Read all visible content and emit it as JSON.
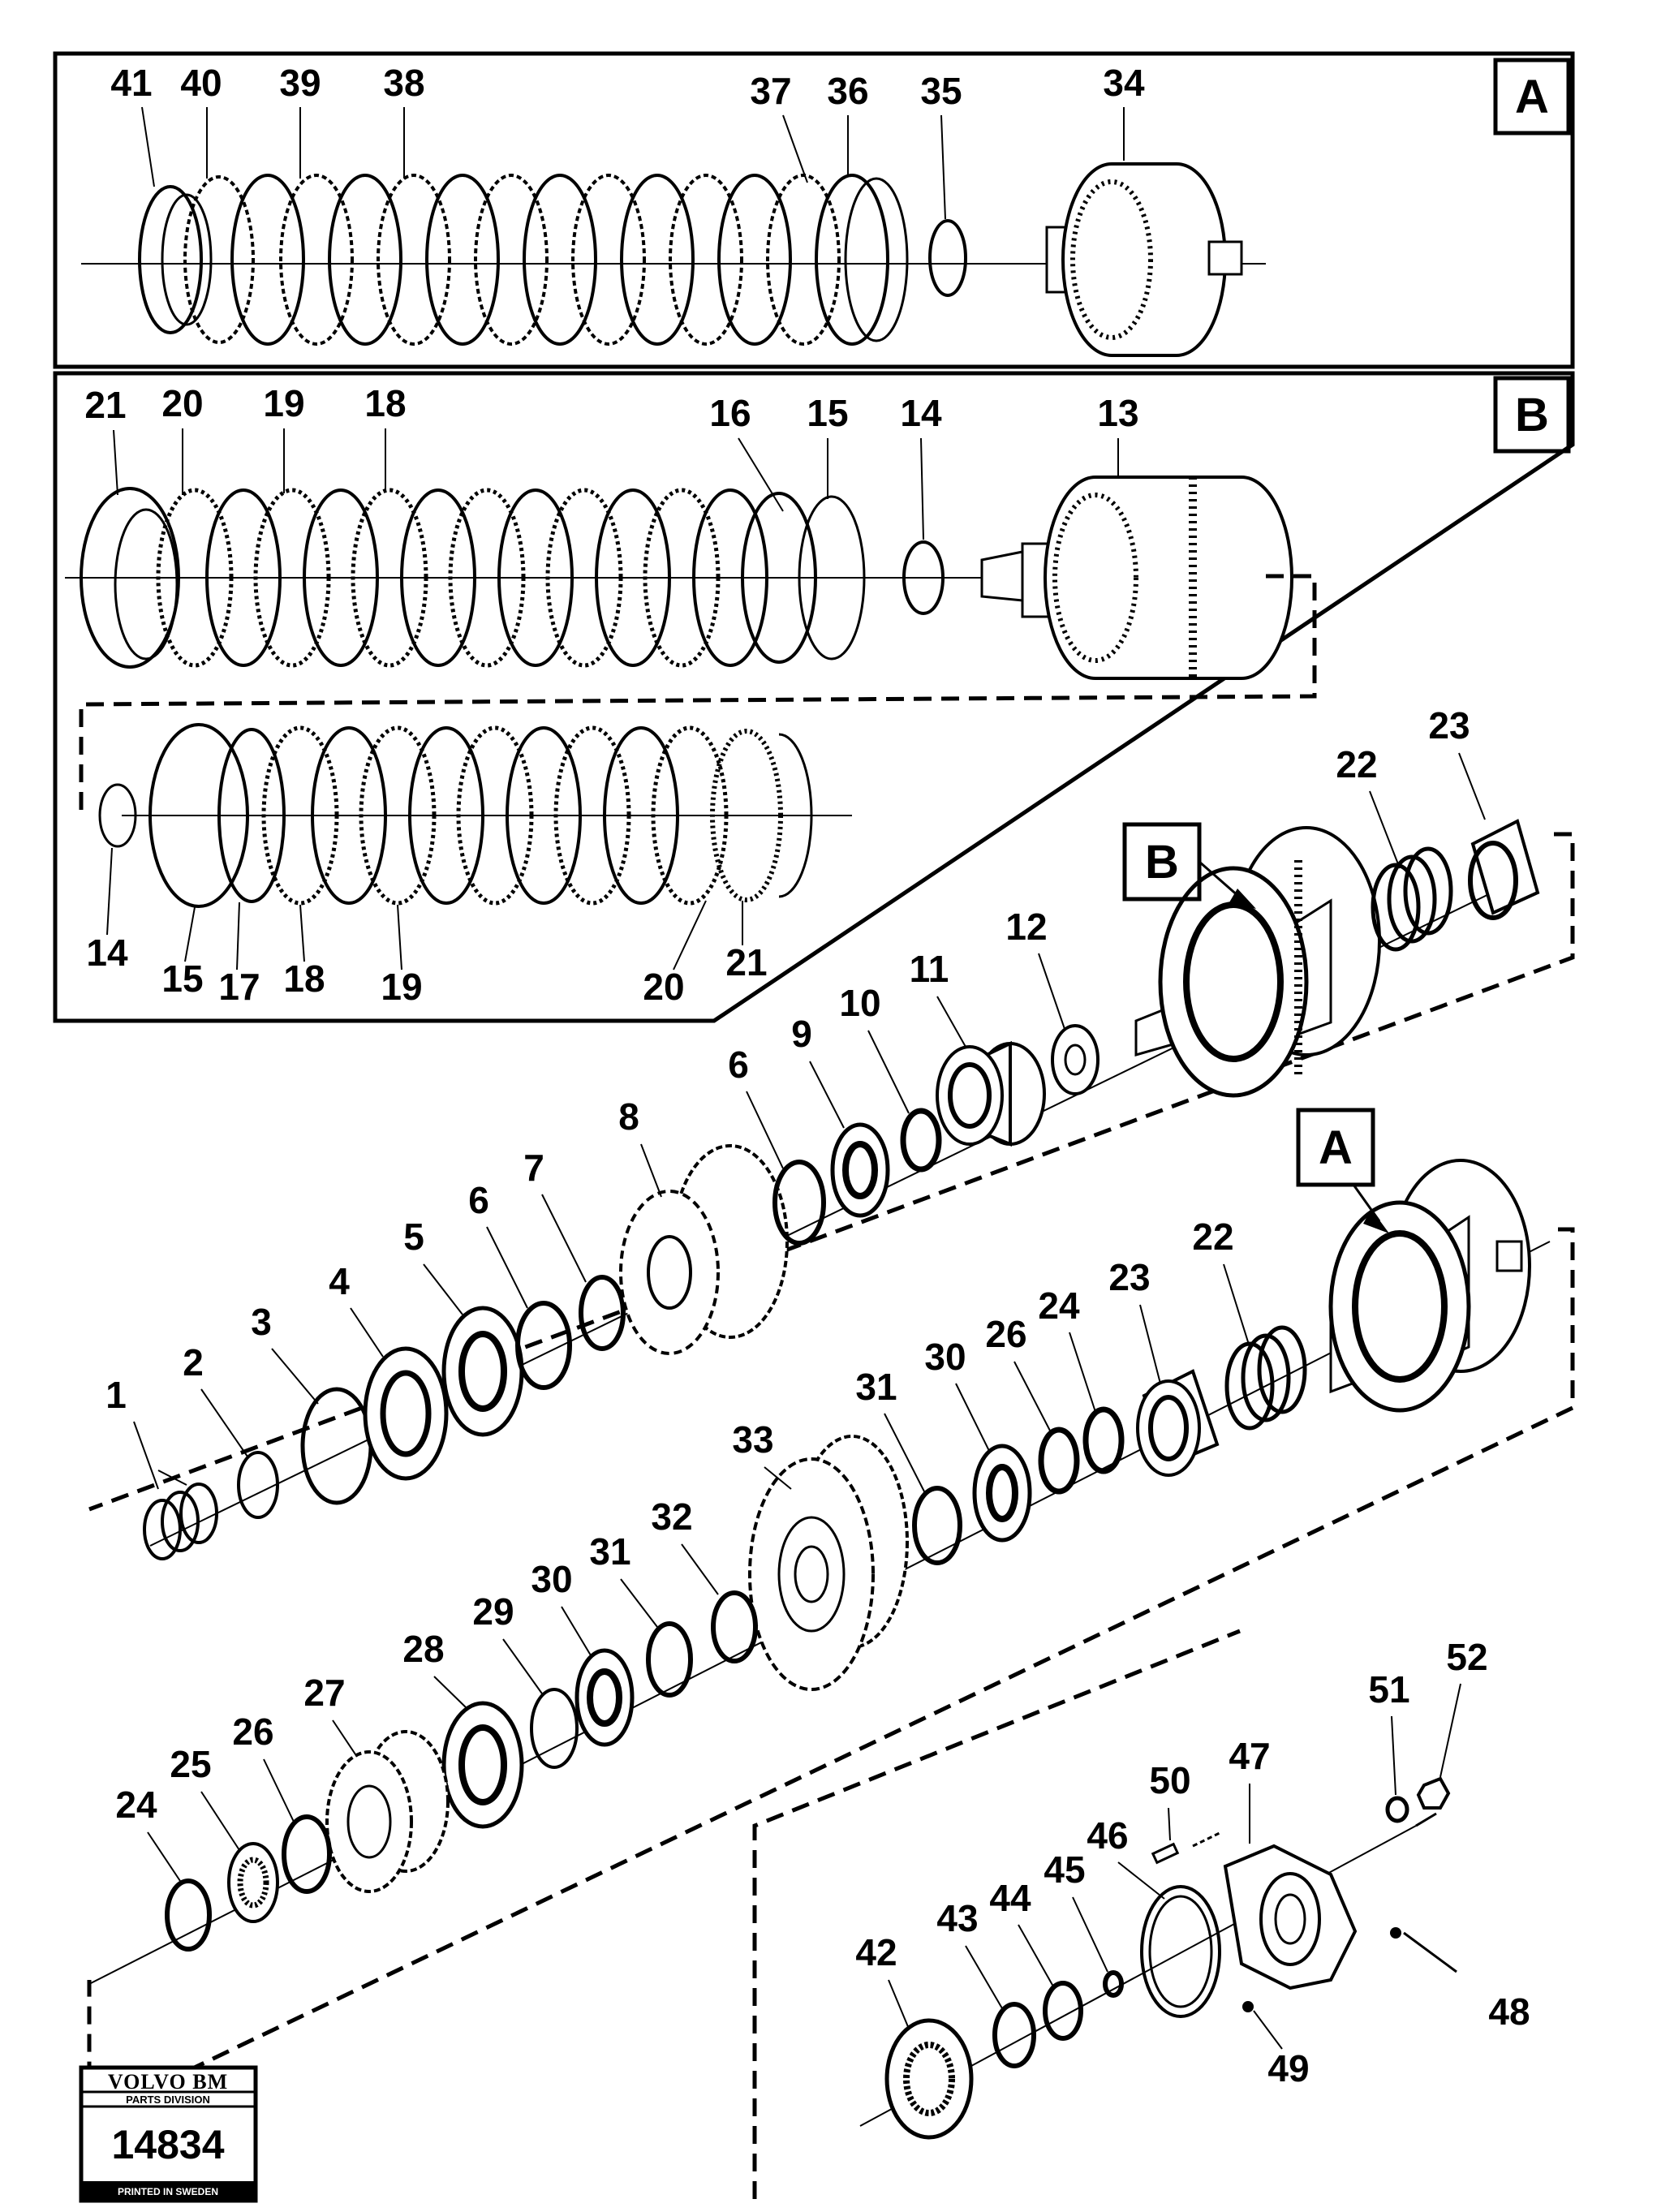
{
  "panels": {
    "A": {
      "label": "A",
      "callouts": [
        "41",
        "40",
        "39",
        "38",
        "37",
        "36",
        "35",
        "34"
      ]
    },
    "B": {
      "label": "B",
      "callouts": [
        "21",
        "20",
        "19",
        "18",
        "16",
        "15",
        "14",
        "13"
      ],
      "lower_callouts": [
        "14",
        "15",
        "17",
        "18",
        "19",
        "20",
        "21"
      ]
    }
  },
  "assembly_labels": {
    "B": "B",
    "A": "A"
  },
  "upper_shaft_callouts": [
    "1",
    "2",
    "3",
    "4",
    "5",
    "6",
    "7",
    "8",
    "6",
    "9",
    "10",
    "11",
    "12",
    "22",
    "23"
  ],
  "middle_shaft_callouts": [
    "33",
    "31",
    "30",
    "26",
    "24",
    "23",
    "22"
  ],
  "lower_shaft_callouts": [
    "24",
    "25",
    "26",
    "27",
    "28",
    "29",
    "30",
    "31",
    "32"
  ],
  "bearing_housing_callouts": [
    "42",
    "43",
    "44",
    "45",
    "46",
    "47",
    "50",
    "51",
    "52",
    "48",
    "49"
  ],
  "stamp": {
    "brand": "VOLVO BM",
    "division": "PARTS DIVISION",
    "number": "14834",
    "footer": "PRINTED IN SWEDEN"
  },
  "colors": {
    "ink": "#000000",
    "paper": "#ffffff"
  }
}
